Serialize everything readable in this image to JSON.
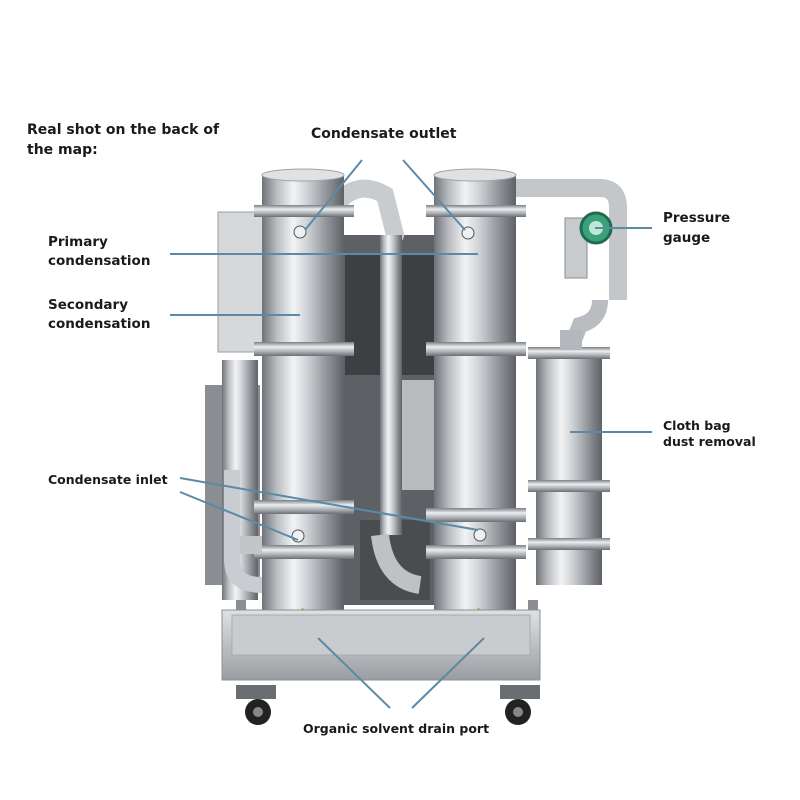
{
  "labels": {
    "intro_line1": "Real shot on the back of",
    "intro_line2": "the map:",
    "condensate_outlet": "Condensate outlet",
    "primary_line1": "Primary",
    "primary_line2": "condensation",
    "secondary_line1": "Secondary",
    "secondary_line2": "condensation",
    "pressure_line1": "Pressure",
    "pressure_line2": "gauge",
    "cloth_line1": "Cloth bag",
    "cloth_line2": "dust removal",
    "condensate_inlet": "Condensate inlet",
    "drain_port": "Organic solvent drain port"
  },
  "colors": {
    "leader_line": "#5a8aa6",
    "steel_light": "#e8eaec",
    "steel_dark": "#7d8186",
    "gauge_green": "#2f8f6a",
    "valve_yellow": "#e0b400"
  }
}
